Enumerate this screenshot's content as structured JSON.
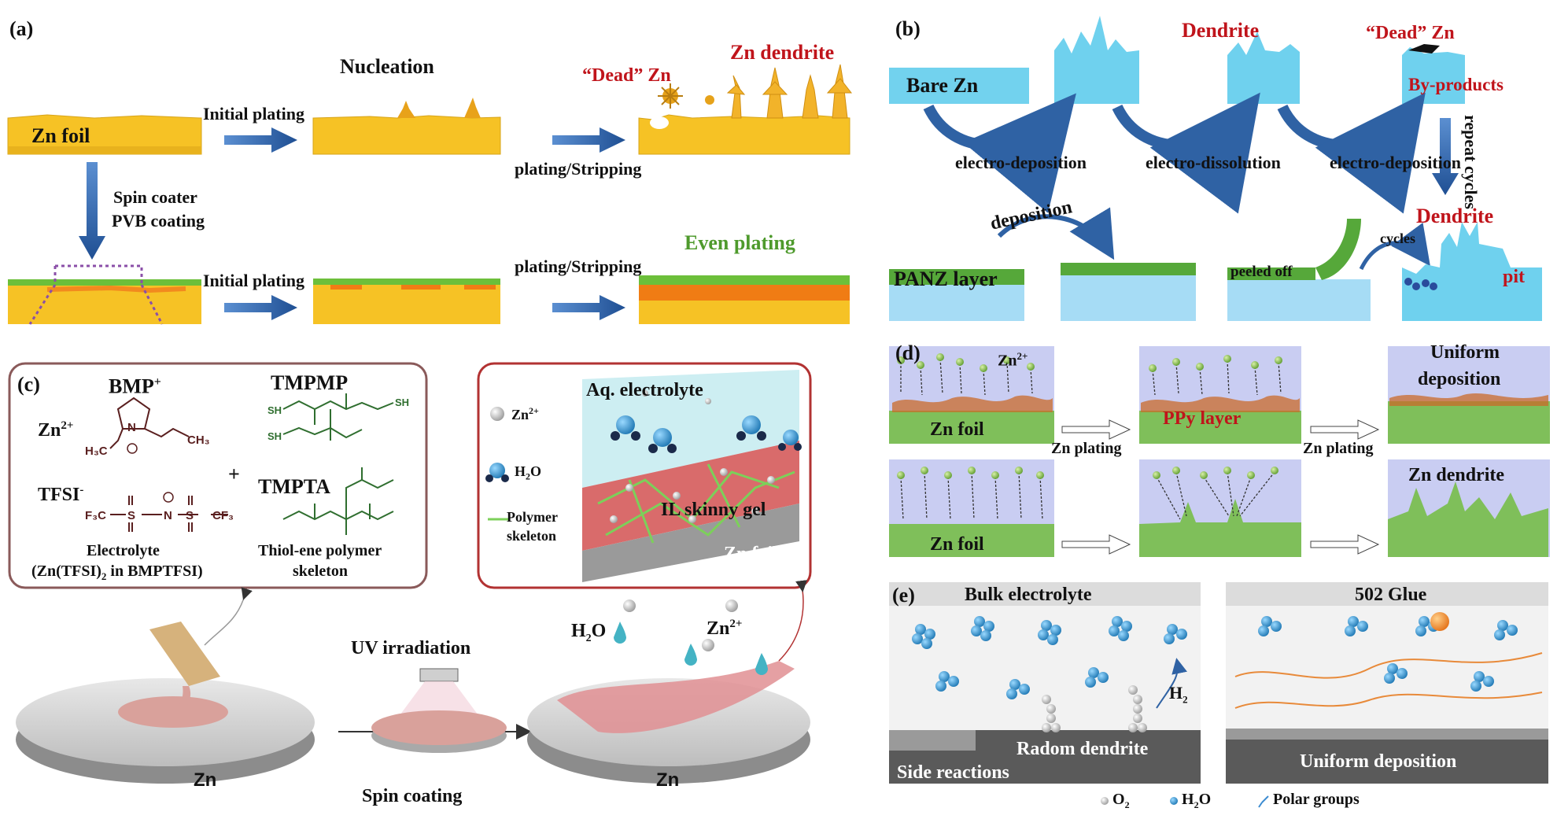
{
  "panel_a": {
    "tag": "(a)",
    "zn_foil": "Zn foil",
    "initial_plating_top": "Initial plating",
    "nucleation": "Nucleation",
    "dead_zn": "“Dead” Zn",
    "zn_dendrite": "Zn dendrite",
    "plating_stripping_top": "plating/Stripping",
    "spin_coater": "Spin coater",
    "pvb_coating": "PVB coating",
    "initial_plating_bottom": "Initial plating",
    "plating_stripping_bottom": "plating/Stripping",
    "even_plating": "Even plating"
  },
  "panel_b": {
    "tag": "(b)",
    "bare_zn": "Bare Zn",
    "dendrite_top": "Dendrite",
    "dead_zn": "“Dead” Zn",
    "by_products": "By-products",
    "electro_deposition_1": "electro-deposition",
    "electro_dissolution": "electro-dissolution",
    "electro_deposition_2": "electro-deposition",
    "repeat_cycles": "repeat cycles",
    "dendrite_right": "Dendrite",
    "pit": "pit",
    "deposition": "deposition",
    "cycles": "cycles",
    "panz_layer": "PANZ layer",
    "peeled_off": "peeled off"
  },
  "panel_c": {
    "tag": "(c)",
    "bmp": "BMP",
    "bmp_sup": "+",
    "zn2": "Zn",
    "zn2_sup": "2+",
    "tfsi": "TFSI",
    "tfsi_sup": "-",
    "tmpmp": "TMPMP",
    "tmpta": "TMPTA",
    "plus": "+",
    "electrolyte_1": "Electrolyte",
    "electrolyte_2a": "(Zn(TFSI)",
    "electrolyte_2sub": "2",
    "electrolyte_2b": " in BMPTFSI)",
    "thiol_1": "Thiol-ene polymer",
    "thiol_2": "skeleton",
    "aq_electrolyte": "Aq. electrolyte",
    "zn2_legend": "Zn",
    "zn2_legend_sup": "2+",
    "h2o_legend_a": "H",
    "h2o_legend_sub": "2",
    "h2o_legend_b": "O",
    "polymer_1": "Polymer",
    "polymer_2": "skeleton",
    "il_gel": "IL skinny gel",
    "zn_foil": "Zn foil",
    "uv": "UV irradiation",
    "spin_coating": "Spin coating",
    "zn_left": "Zn",
    "zn_right": "Zn",
    "h2o_bottom_a": "H",
    "h2o_bottom_sub": "2",
    "h2o_bottom_b": "O",
    "zn2_bottom": "Zn",
    "zn2_bottom_sup": "2+",
    "chem_h3c": "H₃C",
    "chem_n": "N",
    "chem_ch3": "CH₃",
    "chem_f3c": "F₃C",
    "chem_s": "S",
    "chem_n2": "N",
    "chem_cf3": "CF₃",
    "chem_sh": "SH"
  },
  "panel_d": {
    "tag": "(d)",
    "zn2": "Zn",
    "zn2_sup": "2+",
    "zn_foil_top": "Zn foil",
    "ppy_layer": "PPy layer",
    "uniform_1": "Uniform",
    "uniform_2": "deposition",
    "zn_plating_1": "Zn plating",
    "zn_plating_2": "Zn plating",
    "zn_foil_bottom": "Zn foil",
    "zn_dendrite": "Zn dendrite"
  },
  "panel_e": {
    "tag": "(e)",
    "bulk_electrolyte": "Bulk electrolyte",
    "glue": "502 Glue",
    "h2_a": "H",
    "h2_sub": "2",
    "radom_dendrite": "Radom dendrite",
    "side_reactions": "Side reactions",
    "uniform_deposition": "Uniform deposition",
    "legend_o2_a": "O",
    "legend_o2_sub": "2",
    "legend_h2o_a": "H",
    "legend_h2o_sub": "2",
    "legend_h2o_b": "O",
    "legend_polar": "Polar groups"
  },
  "colors": {
    "zn_yellow": "#f6c225",
    "zn_orange": "#f07c14",
    "pvb_green": "#6cbf3a",
    "ice_blue": "#6fd1ee",
    "light_blue": "#a6dcf5",
    "panz_green": "#56a83a",
    "arrow_blue": "#2f62a4",
    "red_label": "#c0141b",
    "gel_red": "#d96b6b",
    "aq_blue": "#cdeef2",
    "foil_gray": "#9a9a9a",
    "violet_bg": "#c9cdf2",
    "ppy_brown": "#c96a2a",
    "leaf_green": "#7fbf5a"
  }
}
